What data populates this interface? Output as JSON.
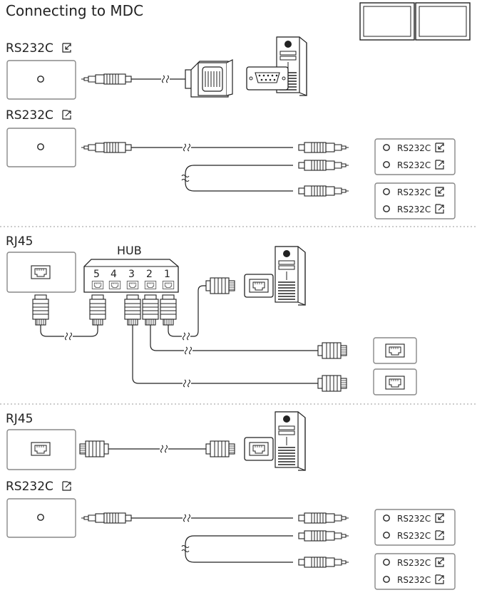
{
  "title": "Connecting to MDC",
  "sections": {
    "rs232c_in": "RS232C",
    "rs232c_out_1": "RS232C",
    "rj45_hub": "RJ45",
    "rj45_direct": "RJ45",
    "rs232c_out_2": "RS232C"
  },
  "hub": {
    "label": "HUB",
    "ports": [
      "5",
      "4",
      "3",
      "2",
      "1"
    ]
  },
  "port_labels": {
    "in": "RS232C",
    "out": "RS232C"
  },
  "icons": {
    "in": "rs232c-in-icon",
    "out": "rs232c-out-icon",
    "rj45": "rj45-port-icon",
    "pc": "pc-tower-icon",
    "monitor": "monitor-icon",
    "adapter": "d-sub-adapter-icon",
    "break": "cable-break-icon"
  },
  "colors": {
    "stroke": "#222222",
    "panel_border": "#888888",
    "divider": "#999999"
  }
}
